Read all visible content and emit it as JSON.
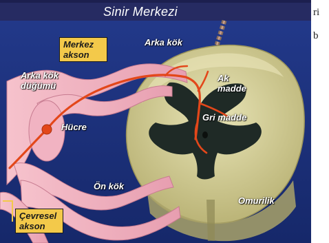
{
  "diagram": {
    "title": "Sinir Merkezi",
    "labels": {
      "merkez_akson": "Merkez akson",
      "arka_kok": "Arka kök",
      "arka_kok_dugumu": "Arka kök düğümü",
      "hucre": "Hücre",
      "ak_madde": "Ak madde",
      "gri_madde": "Gri madde",
      "on_kok": "Ön kök",
      "omurilik": "Omurilik",
      "cevresel_akson": "Çevresel akson"
    },
    "colors": {
      "background": "#1a2f7a",
      "title_bar": "#2a2f66",
      "white_matter": "#d9d39a",
      "gray_matter": "#1f2a26",
      "nerve": "#f2b0bd",
      "axon": "#e24a16",
      "label_box": "#f3c94a"
    }
  },
  "page_text": {
    "line1": "ri",
    "line2": "b"
  }
}
